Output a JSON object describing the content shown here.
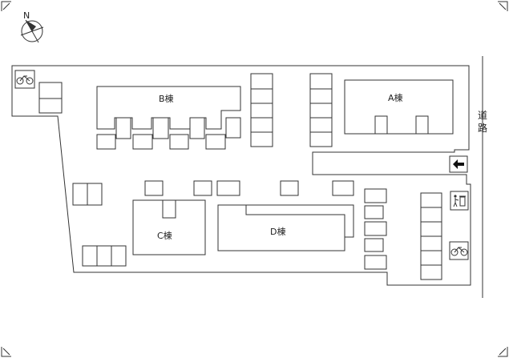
{
  "map": {
    "compass": {
      "letter": "N"
    },
    "buildings": {
      "a": {
        "label": "A棟"
      },
      "b": {
        "label": "B棟"
      },
      "c": {
        "label": "C棟"
      },
      "d": {
        "label": "D棟"
      }
    },
    "road": {
      "label_1": "道",
      "label_2": "路"
    },
    "icons": {
      "bicycle": "bicycle-icon",
      "trash": "trash-bin-icon",
      "entrance_arrow": "left-arrow-icon"
    },
    "colors": {
      "line": "#333333",
      "background": "#ffffff"
    }
  }
}
